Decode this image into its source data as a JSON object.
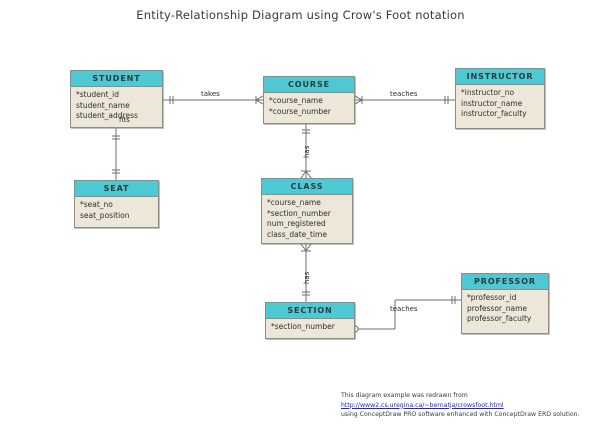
{
  "title": "Entity-Relationship Diagram using Crow's Foot notation",
  "entities": {
    "student": {
      "name": "STUDENT",
      "attrs": [
        "*student_id",
        "student_name",
        "student_address"
      ]
    },
    "course": {
      "name": "COURSE",
      "attrs": [
        "*course_name",
        "*course_number"
      ]
    },
    "instructor": {
      "name": "INSTRUCTOR",
      "attrs": [
        "*instructor_no",
        "instructor_name",
        "instructor_faculty"
      ]
    },
    "seat": {
      "name": "SEAT",
      "attrs": [
        "*seat_no",
        "seat_position"
      ]
    },
    "class": {
      "name": "CLASS",
      "attrs": [
        "*course_name",
        "*section_number",
        "num_registered",
        "class_date_time"
      ]
    },
    "section": {
      "name": "SECTION",
      "attrs": [
        "*section_number"
      ]
    },
    "professor": {
      "name": "PROFESSOR",
      "attrs": [
        "*professor_id",
        "professor_name",
        "professor_faculty"
      ]
    }
  },
  "relationships": {
    "student_course": "takes",
    "course_instructor": "teaches",
    "student_seat": "fits",
    "course_class": "has",
    "class_section": "has",
    "section_professor": "teaches"
  },
  "footer": {
    "line1": "This diagram example was redrawn from",
    "url": "http://www2.cs.uregina.ca/~bernatja/crowsfoot.html",
    "line3": "using ConceptDraw PRO software enhanced with ConceptDraw ERD solution."
  },
  "colors": {
    "header": "#4ec9d4",
    "body": "#ece7d9",
    "border": "#8d8d85",
    "line": "#6f6f6f",
    "link": "#2424c8"
  }
}
